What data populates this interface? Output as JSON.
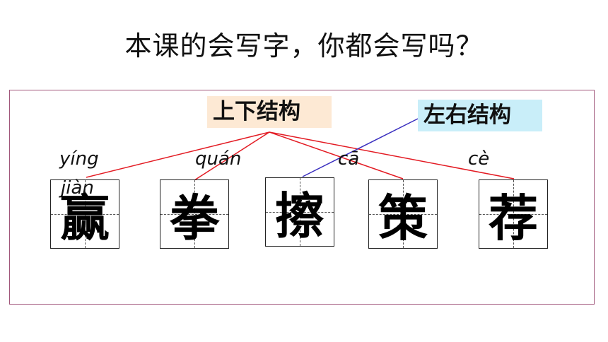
{
  "title": "本课的会写字，你都会写吗？",
  "labels": {
    "top_bottom": "上下结构",
    "left_right": "左右结构"
  },
  "colors": {
    "frame": "#a0557a",
    "top_bottom_bg": "#fde9d4",
    "left_right_bg": "#c9eef9",
    "top_bottom_line": "#e31b23",
    "left_right_line": "#3a2fbf"
  },
  "characters": [
    {
      "char": "赢",
      "pinyin": "yíng"
    },
    {
      "char": "拳",
      "pinyin": "quán"
    },
    {
      "char": "擦",
      "pinyin": "cā"
    },
    {
      "char": "策",
      "pinyin": "cè"
    },
    {
      "char": "荐",
      "pinyin": "jiàn"
    }
  ]
}
